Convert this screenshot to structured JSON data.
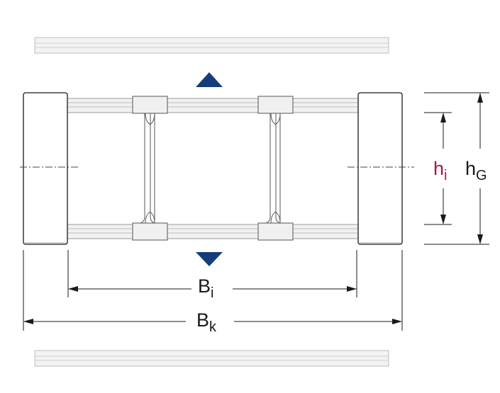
{
  "labels": {
    "hi": {
      "main": "h",
      "sub": "i"
    },
    "hg": {
      "main": "h",
      "sub": "G"
    },
    "bi": {
      "main": "B",
      "sub": "i"
    },
    "bk": {
      "main": "B",
      "sub": "k"
    }
  },
  "colors": {
    "accent_text": "#a3174a",
    "arrow_fill": "#163c7a",
    "line": "#1a1a1a",
    "part_fill": "#ffffff",
    "rail_fill": "#f1f1f1",
    "rail_stroke": "#bdbdbd"
  },
  "icons": {
    "up_arrow": "triangle-up-icon",
    "down_arrow": "triangle-down-icon"
  }
}
